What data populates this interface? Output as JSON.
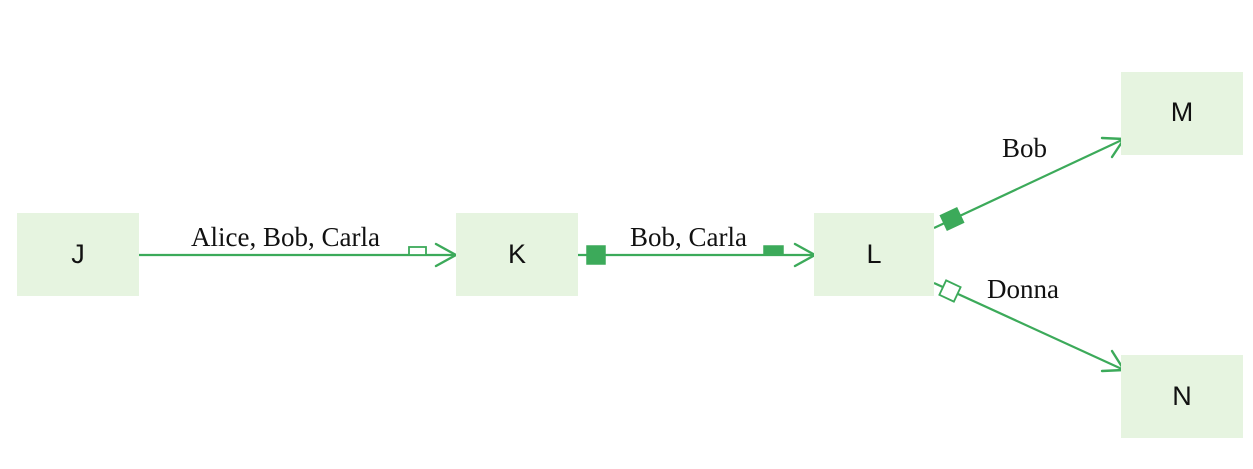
{
  "colors": {
    "node_fill": "#e6f4e0",
    "edge": "#3caa5a",
    "text": "#111111"
  },
  "nodes": {
    "j": "J",
    "k": "K",
    "l": "L",
    "m": "M",
    "n": "N"
  },
  "edges": {
    "j_k": "Alice, Bob, Carla",
    "k_l": "Bob, Carla",
    "l_m": "Bob",
    "l_n": "Donna"
  }
}
